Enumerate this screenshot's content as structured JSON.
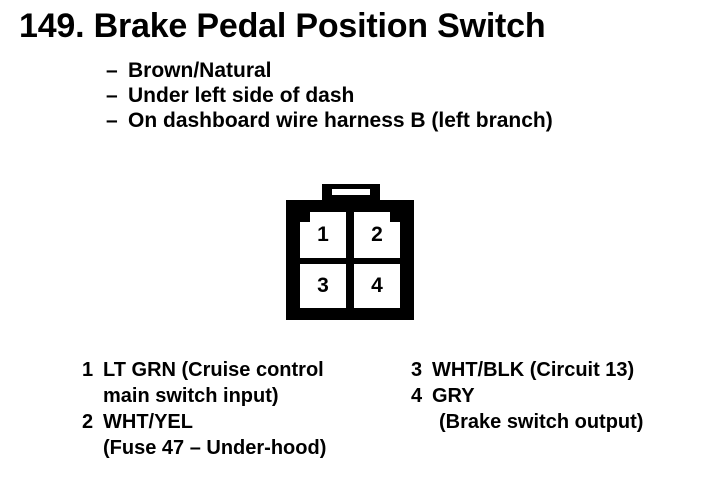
{
  "title": "149. Brake Pedal Position Switch",
  "notes": [
    {
      "dash": "–",
      "text": "Brown/Natural"
    },
    {
      "dash": "–",
      "text": "Under left side of dash"
    },
    {
      "dash": "–",
      "text": "On dashboard wire harness B (left branch)"
    }
  ],
  "connector": {
    "cavities": [
      {
        "number": "1"
      },
      {
        "number": "2"
      },
      {
        "number": "3"
      },
      {
        "number": "4"
      }
    ]
  },
  "legend": {
    "left": [
      {
        "number": "1",
        "line1": "LT GRN (Cruise control",
        "line2": "main switch input)"
      },
      {
        "number": "2",
        "line1": "WHT/YEL",
        "line2": "(Fuse 47 – Under-hood)"
      }
    ],
    "right": [
      {
        "number": "3",
        "line1": "WHT/BLK (Circuit 13)",
        "line2": ""
      },
      {
        "number": "4",
        "line1": "GRY",
        "line2": "(Brake switch output)"
      }
    ]
  },
  "colors": {
    "ink": "#000000",
    "page": "#ffffff"
  }
}
